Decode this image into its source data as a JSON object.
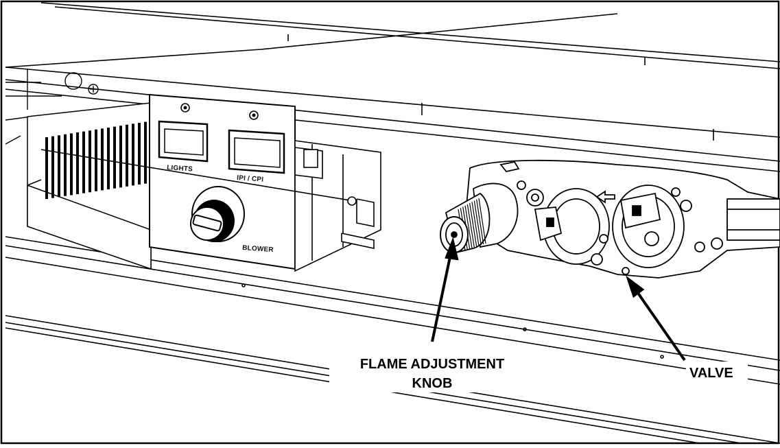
{
  "panel": {
    "switch_left_label": "LIGHTS",
    "switch_right_label": "IPI / CPI",
    "knob_label": "BLOWER"
  },
  "callouts": {
    "flame_line1": "FLAME ADJUSTMENT",
    "flame_line2": "KNOB",
    "valve": "VALVE"
  }
}
